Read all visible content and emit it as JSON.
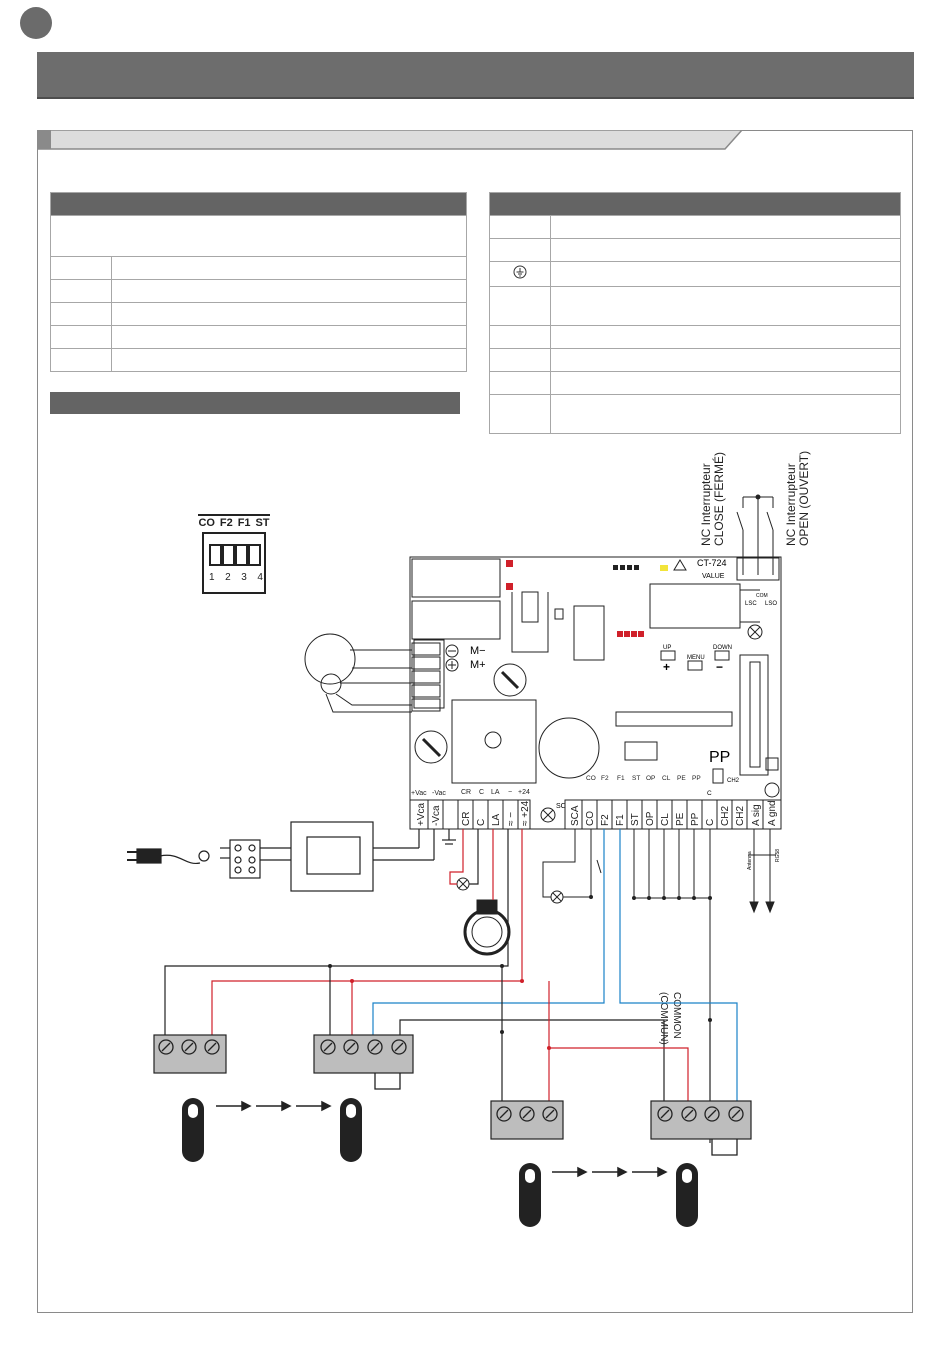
{
  "dipswitch": {
    "labels": [
      "CO",
      "F2",
      "F1",
      "ST"
    ],
    "numbers": [
      "1",
      "2",
      "3",
      "4"
    ]
  },
  "board": {
    "model": "CT-724",
    "variant": "VALUE",
    "motor_labels": [
      "M−",
      "M+"
    ],
    "buttons": [
      "UP",
      "MENU",
      "DOWN"
    ],
    "button_signs": [
      "+",
      "−"
    ],
    "pp_label": "PP",
    "ch2_label": "CH2",
    "limit_labels": [
      "LSC",
      "COM",
      "LSO"
    ],
    "upper_term_labels": [
      "+Vac",
      "-Vac",
      "CR",
      "C",
      "LA",
      "−",
      "+24"
    ],
    "lower_term_labels": [
      "+Vca",
      "-Vca",
      "CR",
      "C",
      "LA",
      "≈ −",
      "≈ +24"
    ],
    "sca_label": "SCA",
    "right_upper_labels": [
      "CO",
      "F2",
      "F1",
      "ST",
      "OP",
      "CL",
      "PE",
      "PP",
      "C",
      "CH2"
    ],
    "right_lower_labels": [
      "SCA",
      "CO",
      "F2",
      "F1",
      "ST",
      "OP",
      "CL",
      "PE",
      "PP",
      "C",
      "CH2",
      "CH2",
      "A sig",
      "A gnd"
    ]
  },
  "switches": {
    "close": "NC Interrupteur\nCLOSE (FERMÉ)",
    "open": "NC Interrupteur\nOPEN (OUVERT)"
  },
  "common_label": "COMMON\n(COMMUN)",
  "antenna": {
    "shield": "Antenna",
    "cable": "RG58"
  },
  "colors": {
    "header": "#646464",
    "frame": "#8a8a8a",
    "red_wire": "#d0202a",
    "blue_wire": "#1a82c8"
  }
}
